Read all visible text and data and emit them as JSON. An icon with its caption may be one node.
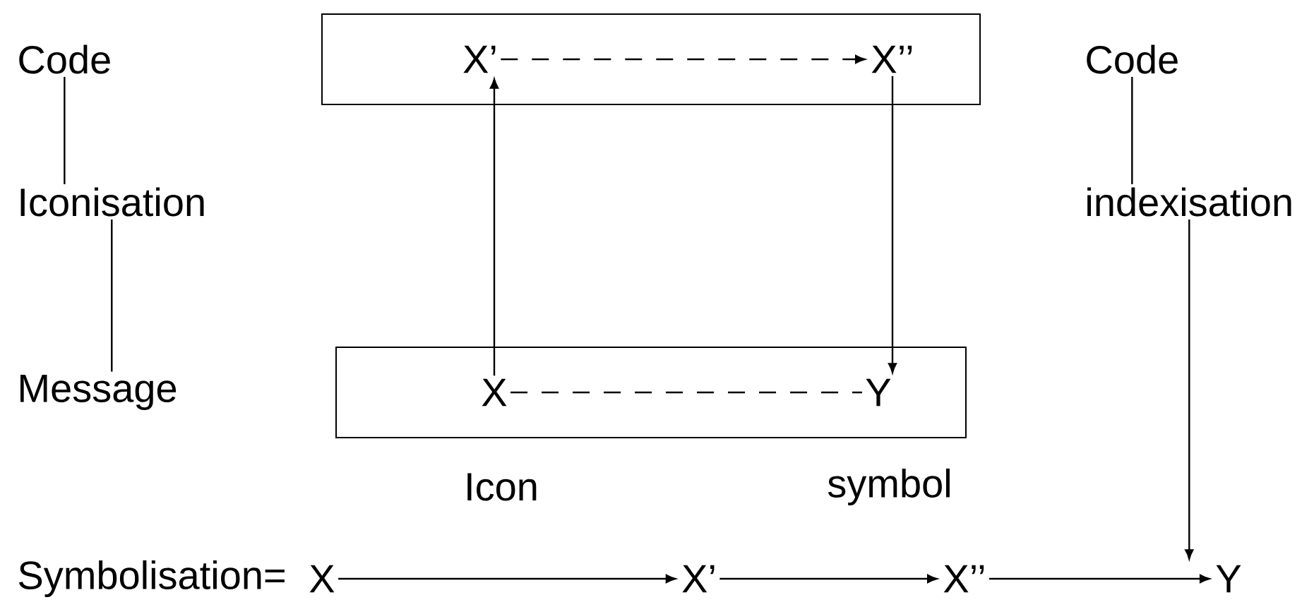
{
  "diagram": {
    "nodes": [
      {
        "text": [],
        "shape": "box"
      },
      {
        "text": [
          "X’"
        ],
        "in": 0
      },
      {
        "text": [
          "X’’"
        ],
        "in": 0
      },
      {
        "text": [],
        "shape": "box"
      },
      {
        "text": [
          "X"
        ],
        "in": 3
      },
      {
        "text": [
          "Y"
        ],
        "in": 3
      },
      {
        "text": [
          "Code"
        ]
      },
      {
        "text": [
          "Iconisation"
        ]
      },
      {
        "text": [
          "Message"
        ]
      },
      {
        "text": [
          "Code"
        ]
      },
      {
        "text": [
          "indexisation"
        ]
      },
      {
        "text": [
          "X"
        ]
      },
      {
        "text": [
          "X’"
        ]
      },
      {
        "text": [
          "X’’"
        ]
      },
      {
        "text": [
          "Y"
        ]
      }
    ],
    "edges": [
      {
        "from": 1,
        "to": 2,
        "arrow": "to",
        "style": "dashed"
      },
      {
        "from": 4,
        "to": 1,
        "arrow": "to"
      },
      {
        "from": 2,
        "to": 5,
        "arrow": "to"
      },
      {
        "from": 4,
        "to": 5,
        "arrow": "none",
        "style": "dashed"
      },
      {
        "from": 6,
        "to": 7,
        "arrow": "none"
      },
      {
        "from": 7,
        "to": 8,
        "arrow": "none"
      },
      {
        "from": 9,
        "to": 10,
        "arrow": "none"
      },
      {
        "from": 10,
        "to": 14,
        "arrow": "to"
      },
      {
        "from": 11,
        "to": 12,
        "arrow": "to"
      },
      {
        "from": 12,
        "to": 13,
        "arrow": "to"
      },
      {
        "from": 13,
        "to": 14,
        "arrow": "to"
      }
    ],
    "labels": [
      "Icon",
      "symbol",
      "Symbolisation="
    ]
  }
}
